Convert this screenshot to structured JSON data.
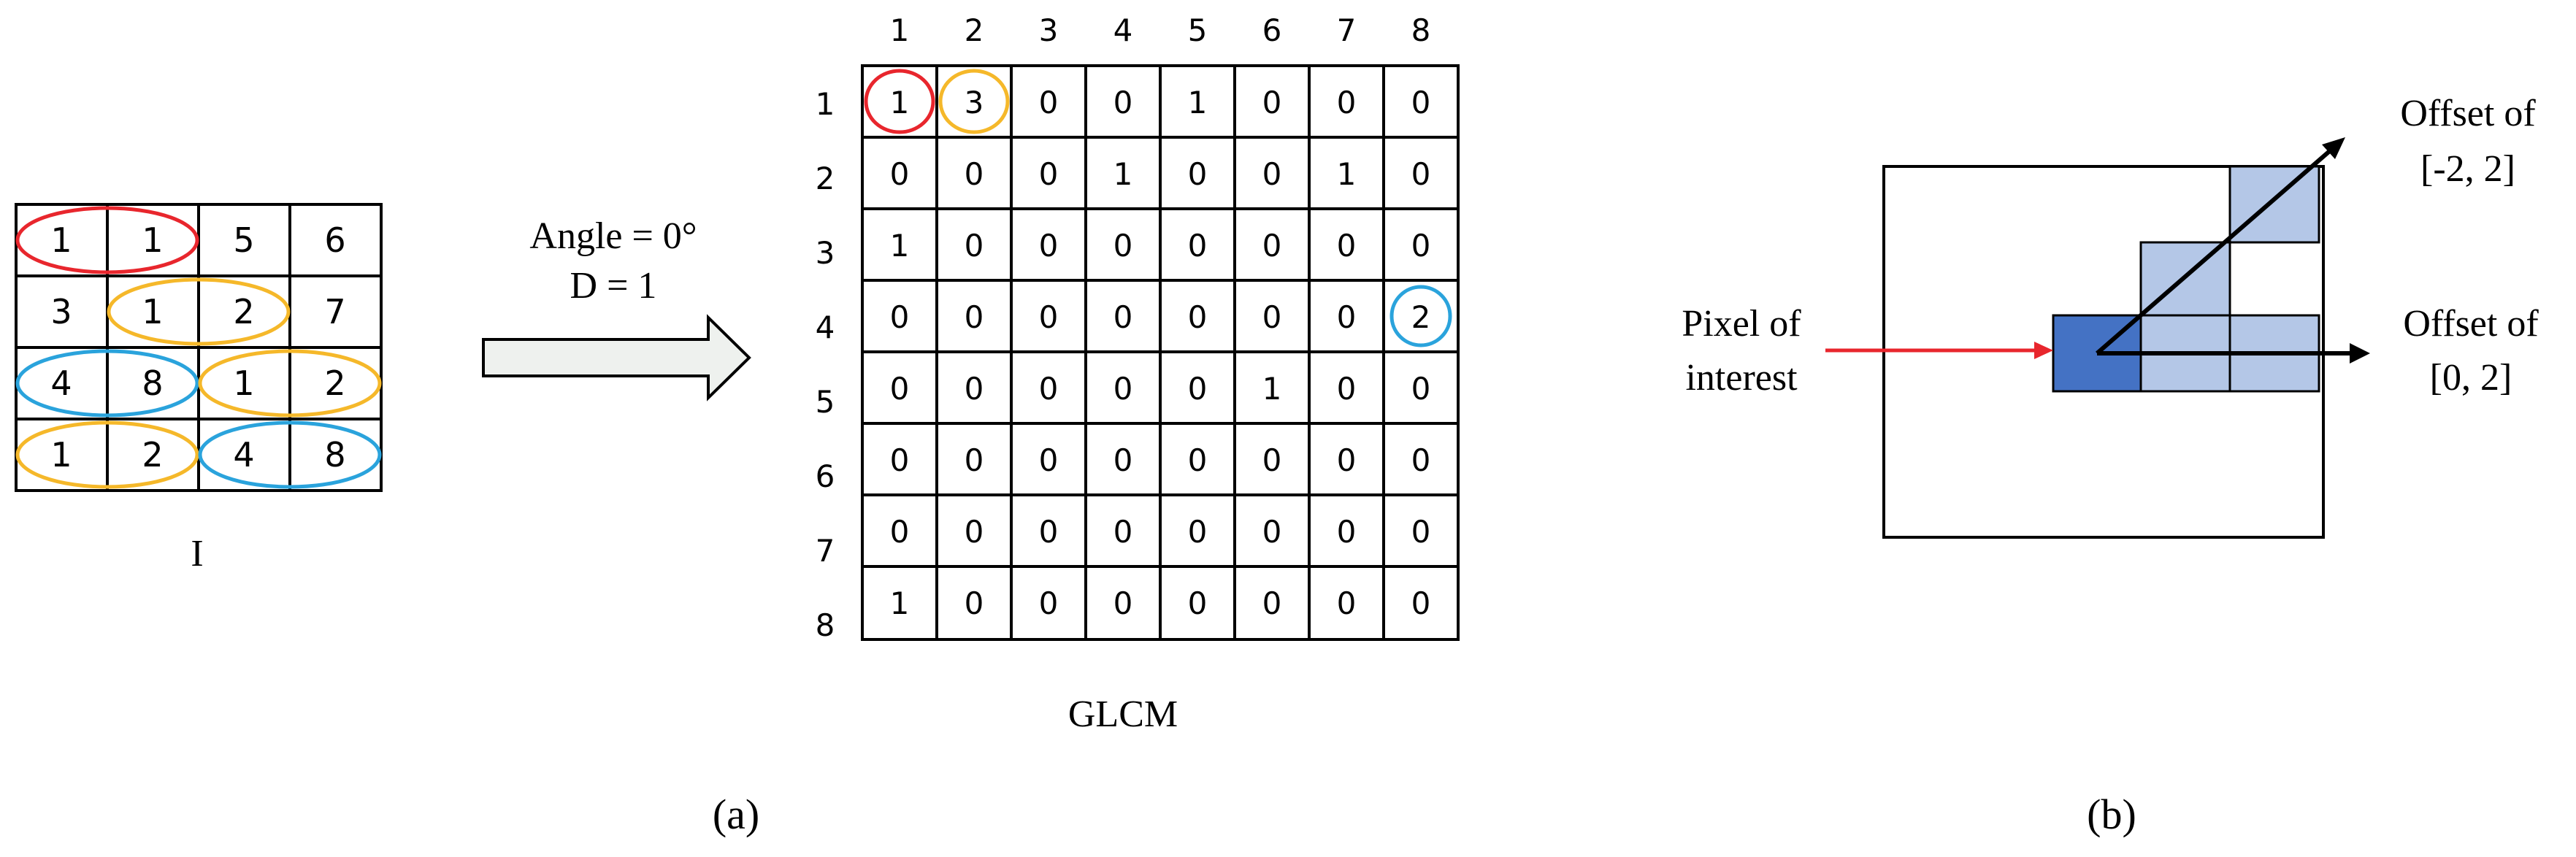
{
  "matrix_I": {
    "rows": [
      [
        "1",
        "1",
        "5",
        "6"
      ],
      [
        "3",
        "1",
        "2",
        "7"
      ],
      [
        "4",
        "8",
        "1",
        "2"
      ],
      [
        "1",
        "2",
        "4",
        "8"
      ]
    ],
    "label": "I"
  },
  "arrow_params": {
    "line1": "Angle = 0°",
    "line2": "D = 1"
  },
  "glcm": {
    "col_headers": [
      "1",
      "2",
      "3",
      "4",
      "5",
      "6",
      "7",
      "8"
    ],
    "row_headers": [
      "1",
      "2",
      "3",
      "4",
      "5",
      "6",
      "7",
      "8"
    ],
    "rows": [
      [
        "1",
        "3",
        "0",
        "0",
        "1",
        "0",
        "0",
        "0"
      ],
      [
        "0",
        "0",
        "0",
        "1",
        "0",
        "0",
        "1",
        "0"
      ],
      [
        "1",
        "0",
        "0",
        "0",
        "0",
        "0",
        "0",
        "0"
      ],
      [
        "0",
        "0",
        "0",
        "0",
        "0",
        "0",
        "0",
        "2"
      ],
      [
        "0",
        "0",
        "0",
        "0",
        "0",
        "1",
        "0",
        "0"
      ],
      [
        "0",
        "0",
        "0",
        "0",
        "0",
        "0",
        "0",
        "0"
      ],
      [
        "0",
        "0",
        "0",
        "0",
        "0",
        "0",
        "0",
        "0"
      ],
      [
        "1",
        "0",
        "0",
        "0",
        "0",
        "0",
        "0",
        "0"
      ]
    ],
    "label": "GLCM"
  },
  "panel_labels": {
    "a": "(a)",
    "b": "(b)"
  },
  "panel_b": {
    "pixel_label_line1": "Pixel of",
    "pixel_label_line2": "interest",
    "offset_diag_line1": "Offset of",
    "offset_diag_line2": "[-2, 2]",
    "offset_horiz_line1": "Offset of",
    "offset_horiz_line2": "[0, 2]"
  },
  "colors": {
    "red": "#e8262d",
    "yellow": "#f5b82a",
    "blue": "#2aa3dc",
    "pixel_dark": "#4472c4",
    "pixel_light": "#b4c7e7",
    "arrow_fill": "#eef1ee",
    "arrow_red": "#e8262d"
  }
}
